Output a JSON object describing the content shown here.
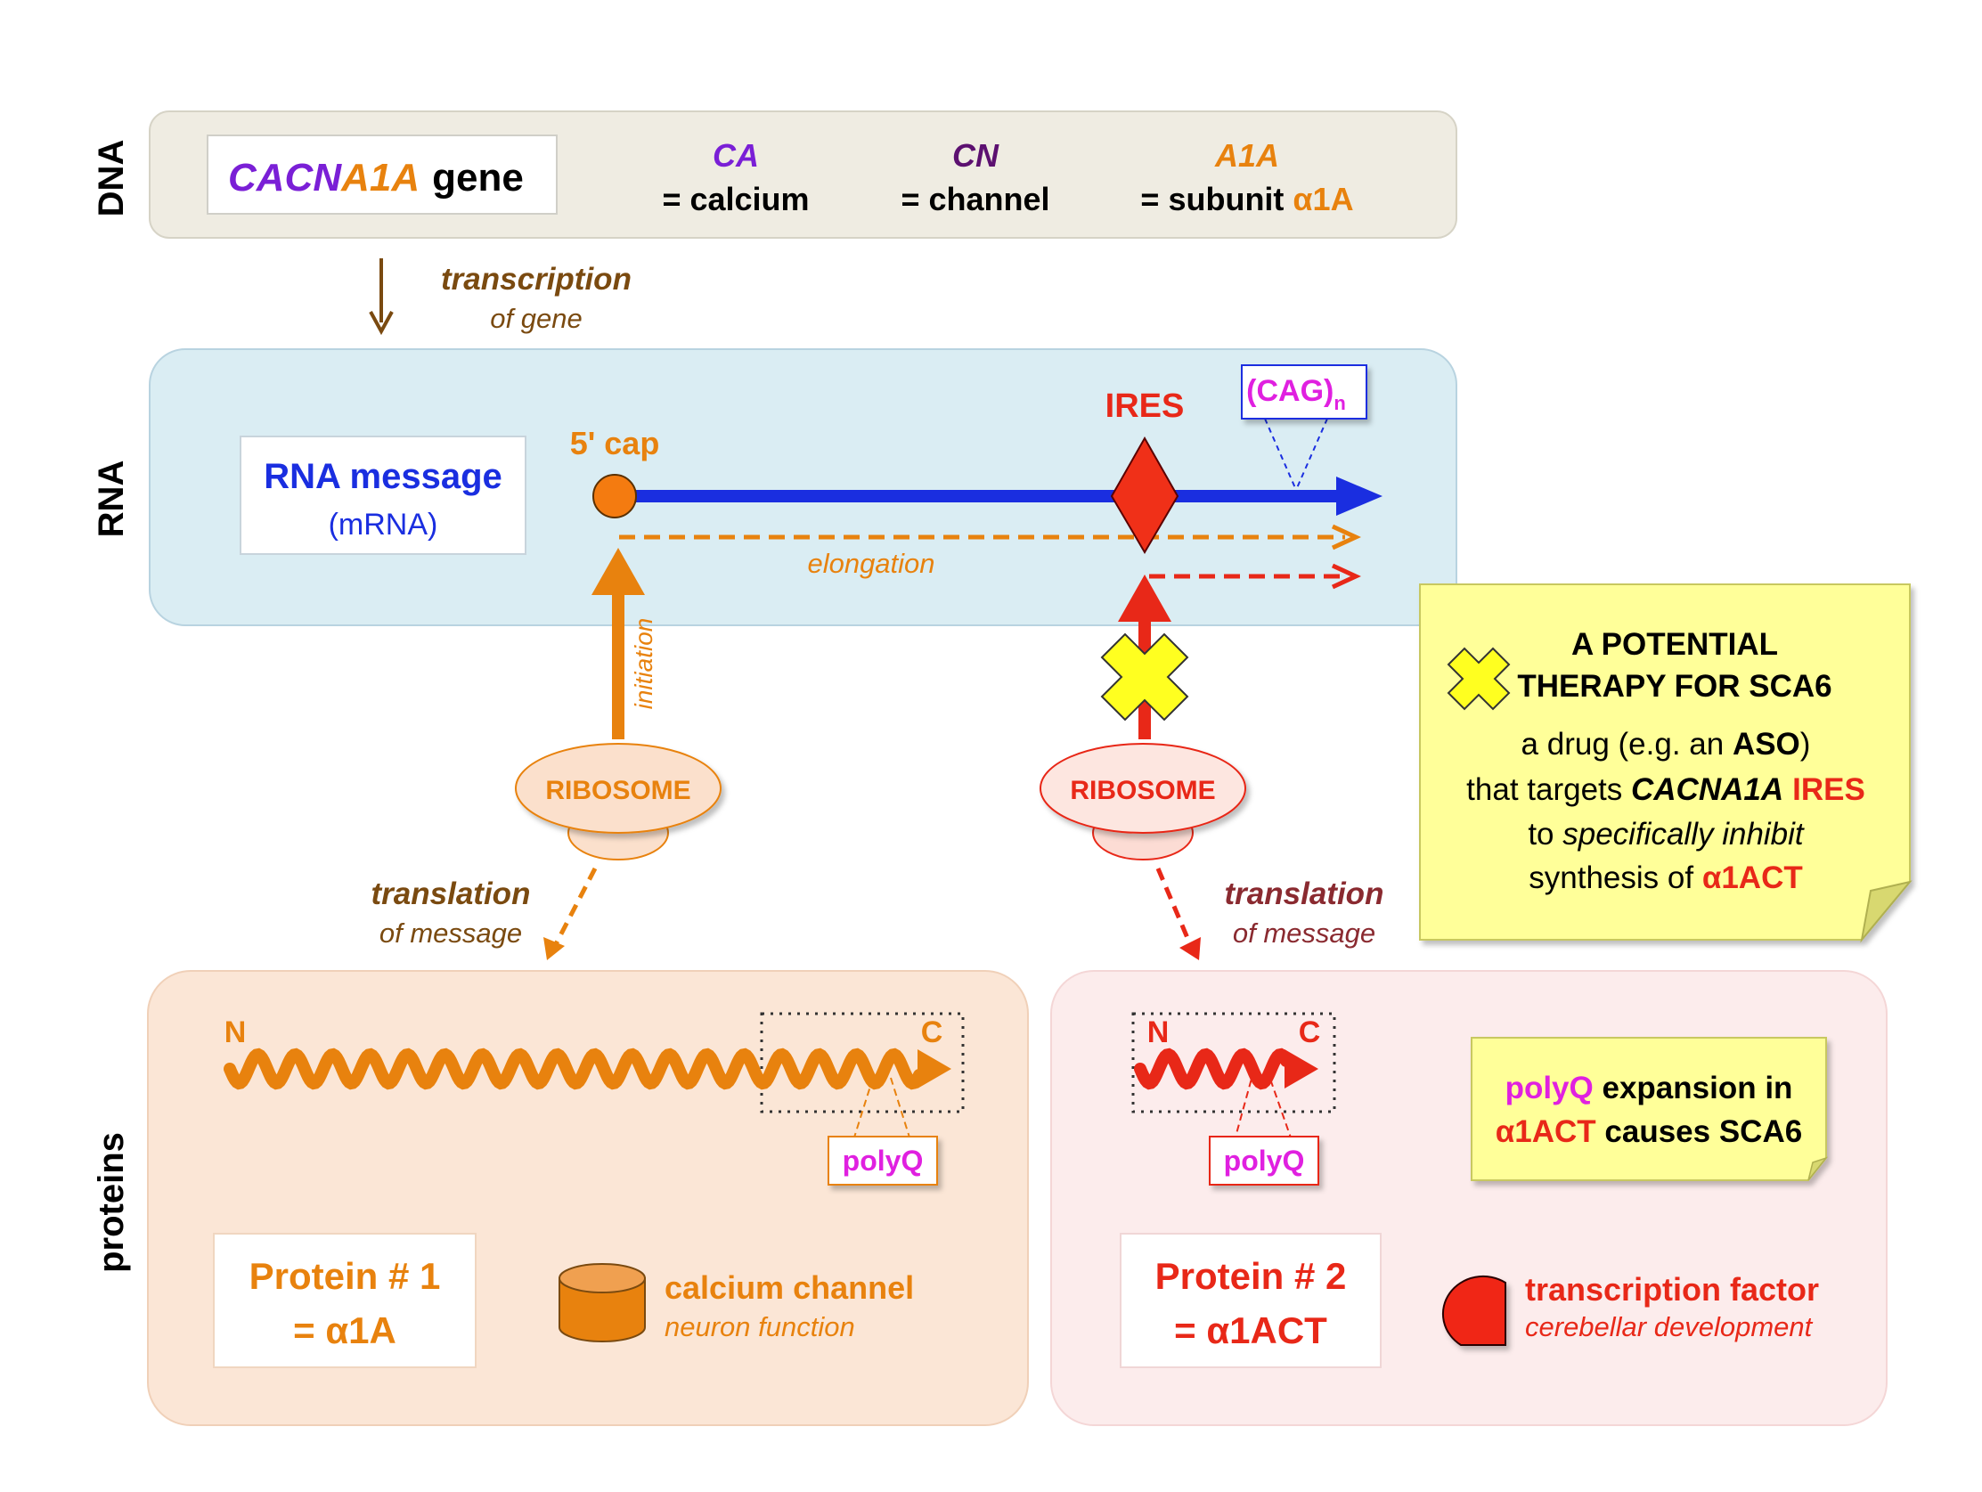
{
  "colors": {
    "purple": "#7a1fd6",
    "dark_purple": "#5c1070",
    "orange": "#e8820e",
    "brown": "#7a4a10",
    "blue": "#1a2ee0",
    "red": "#e82818",
    "magenta": "#e020e0",
    "dark_red": "#8a2a30",
    "yellow": "#ffff99",
    "dna_bg": "#efece2",
    "rna_bg": "#daedf3",
    "protein1_bg": "#fbe6d6",
    "protein2_bg": "#fcecec"
  },
  "rows": {
    "dna": "DNA",
    "rna": "RNA",
    "proteins": "proteins"
  },
  "dna": {
    "gene_part1": "CACN",
    "gene_part2": "A1A",
    "gene_word": "gene",
    "ca_code": "CA",
    "ca_meaning": "= calcium",
    "cn_code": "CN",
    "cn_meaning": "= channel",
    "a1a_code": "A1A",
    "a1a_meaning_prefix": "= subunit ",
    "a1a_meaning_suffix": "α1A"
  },
  "transcription": {
    "title": "transcription",
    "sub": "of gene"
  },
  "rna": {
    "title": "RNA message",
    "sub": "(mRNA)",
    "cap": "5' cap",
    "ires": "IRES",
    "cag": "(CAG)",
    "cag_sub": "n",
    "elongation": "elongation",
    "initiation": "initiation"
  },
  "ribosome": {
    "left": "RIBOSOME",
    "right": "RIBOSOME"
  },
  "translation": {
    "left_title": "translation",
    "left_sub": "of message",
    "right_title": "translation",
    "right_sub": "of message"
  },
  "therapy": {
    "title_line1": "A POTENTIAL",
    "title_line2": "THERAPY FOR SCA6",
    "l1_a": "a drug (e.g. an ",
    "l1_b": "ASO",
    "l1_c": ")",
    "l2_a": "that targets ",
    "l2_b": "CACNA1A",
    "l2_c": "IRES",
    "l3_a": "to ",
    "l3_b": "specifically inhibit",
    "l4_a": "synthesis of ",
    "l4_b": "α1ACT"
  },
  "protein1": {
    "n": "N",
    "c": "C",
    "polyq": "polyQ",
    "name_line1": "Protein # 1",
    "name_line2": "= α1A",
    "func_title": "calcium channel",
    "func_sub": "neuron function"
  },
  "protein2": {
    "n": "N",
    "c": "C",
    "polyq": "polyQ",
    "name_line1": "Protein # 2",
    "name_line2": "= α1ACT",
    "func_title": "transcription factor",
    "func_sub": "cerebellar development",
    "note_a": "polyQ",
    "note_b": " expansion in",
    "note_c": "α1ACT",
    "note_d": " causes SCA6"
  }
}
